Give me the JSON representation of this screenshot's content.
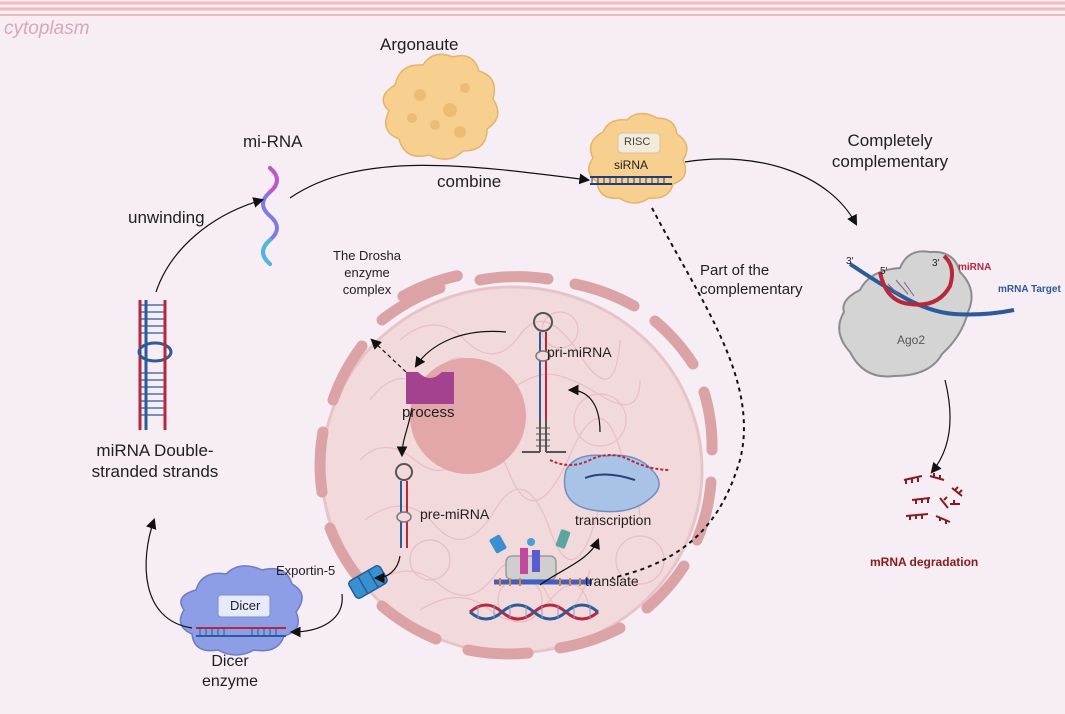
{
  "region": {
    "cytoplasm": "cytoplasm"
  },
  "labels": {
    "argonaute": "Argonaute",
    "mirna": "mi-RNA",
    "unwinding": "unwinding",
    "combine": "combine",
    "risc": "RISC",
    "sirna": "siRNA",
    "completely_complementary": "Completely complementary",
    "part_complementary": "Part of the complementary",
    "drosha": "The Drosha enzyme complex",
    "pri_mirna": "pri-miRNA",
    "process": "process",
    "pre_mirna": "pre-miRNA",
    "transcription": "transcription",
    "translate": "translate",
    "exportin": "Exportin-5",
    "dicer": "Dicer",
    "dicer_enzyme": "Dicer enzyme",
    "double_strand": "miRNA Double-stranded strands",
    "ago2": "Ago2",
    "three_prime_a": "3'",
    "five_prime": "5'",
    "three_prime_b": "3'",
    "mirna_small": "miRNA",
    "mrna_target": "mRNA Target",
    "degradation": "mRNA degradation"
  },
  "colors": {
    "background": "#f6eef4",
    "border_lines": "#f0b9bd",
    "cell_fill": "#f2d9dc",
    "nucleolus": "#e3a6a9",
    "membrane_segments": "#dca3a7",
    "rna_red": "#b8283a",
    "rna_blue": "#2b5b9a",
    "argonaute": "#f7cf8f",
    "drosha": "#a3438f",
    "dicer": "#8d9ee6",
    "exportin": "#3a8fd1",
    "ago2": "#d4d4d4",
    "degradation_text": "#8a1a1a"
  }
}
